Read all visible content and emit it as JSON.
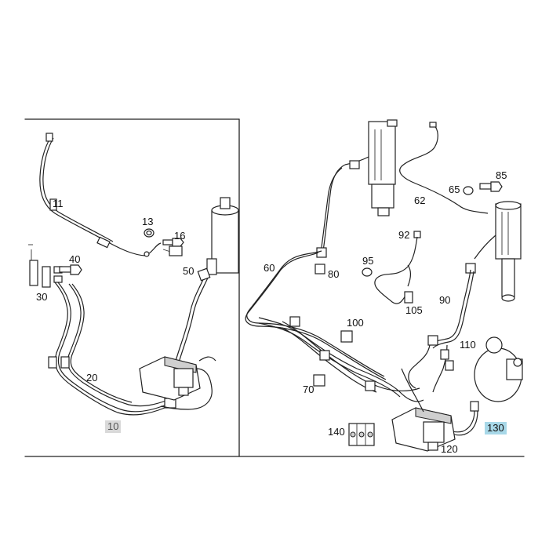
{
  "callouts": [
    {
      "id": "c11",
      "text": "11"
    },
    {
      "id": "c13",
      "text": "13"
    },
    {
      "id": "c16",
      "text": "16"
    },
    {
      "id": "c40",
      "text": "40"
    },
    {
      "id": "c30",
      "text": "30"
    },
    {
      "id": "c50",
      "text": "50"
    },
    {
      "id": "c20",
      "text": "20"
    },
    {
      "id": "c10",
      "text": "10",
      "highlight": "#d9d9d9"
    },
    {
      "id": "c60",
      "text": "60"
    },
    {
      "id": "c80",
      "text": "80"
    },
    {
      "id": "c62",
      "text": "62"
    },
    {
      "id": "c65",
      "text": "65"
    },
    {
      "id": "c85",
      "text": "85"
    },
    {
      "id": "c92",
      "text": "92"
    },
    {
      "id": "c95",
      "text": "95"
    },
    {
      "id": "c105",
      "text": "105"
    },
    {
      "id": "c90",
      "text": "90"
    },
    {
      "id": "c100",
      "text": "100"
    },
    {
      "id": "c110",
      "text": "110"
    },
    {
      "id": "c70",
      "text": "70"
    },
    {
      "id": "c140",
      "text": "140"
    },
    {
      "id": "c120",
      "text": "120"
    },
    {
      "id": "c130",
      "text": "130",
      "highlight": "#a8d8e8"
    }
  ],
  "colors": {
    "line": "#222222",
    "background": "#ffffff",
    "highlight_gray": "#d9d9d9",
    "highlight_blue": "#a8d8e8"
  }
}
